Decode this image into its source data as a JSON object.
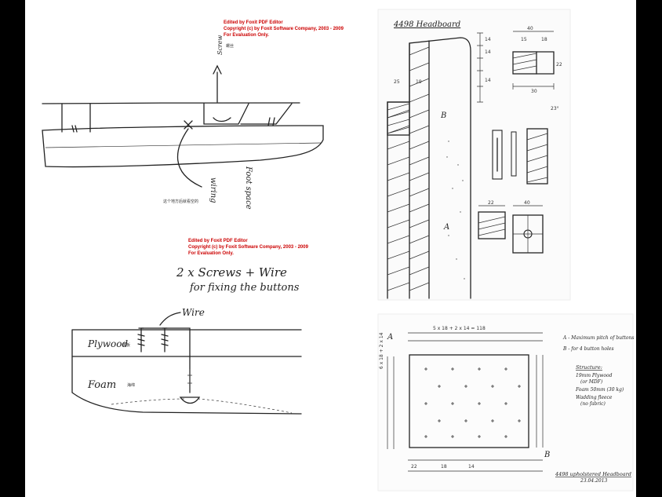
{
  "watermark": {
    "line1": "Edited by Foxit PDF Editor",
    "line2": "Copyright (c) by Foxit Software Company, 2003 - 2009",
    "line3": "For Evaluation Only."
  },
  "sketch_top_left": {
    "arrow_label": "Screw",
    "cjk_top": "螺丝",
    "vertical_note_1": "Foot space",
    "vertical_note_2": "wiring",
    "cjk_bottom": "这个地方后就看空的"
  },
  "sketch_bottom_left": {
    "title_line1": "2 x Screws + Wire",
    "title_line2": "for fixing the buttons",
    "wire_label": "Wire",
    "plywood_label": "Plywood",
    "plywood_cjk": "夹板",
    "foam_label": "Foam",
    "foam_cjk": "海绵"
  },
  "drawing_top_right": {
    "title": "4498 Headboard",
    "section_label_b": "B",
    "section_label_a": "A",
    "dim_25": "25",
    "dim_19": "19",
    "dim_14": "14",
    "dim_22": "22",
    "dim_30": "30",
    "dim_40": "40",
    "dim_18": "18",
    "dim_15": "15",
    "dim_23": "23°"
  },
  "drawing_bottom_right": {
    "label_a": "A",
    "label_b": "B",
    "top_dim": "5 x 18 + 2 x 14 = 118",
    "left_dim": "6 x 18 + 2 x 14",
    "legend_a": "A - Maximum pitch of buttons",
    "legend_b": "B - for 4 button holes",
    "structure_title": "Structure:",
    "structure_1": "19mm Plywood",
    "structure_2": "(or MDF)",
    "structure_3": "Foam 50mm (30 kg)",
    "structure_4": "Wadding fleece",
    "structure_5": "(no fabric)",
    "footer": "4498 upholstered Headboard",
    "footer_date": "23.04.2013",
    "dim_22": "22",
    "dim_18": "18",
    "dim_14": "14"
  }
}
